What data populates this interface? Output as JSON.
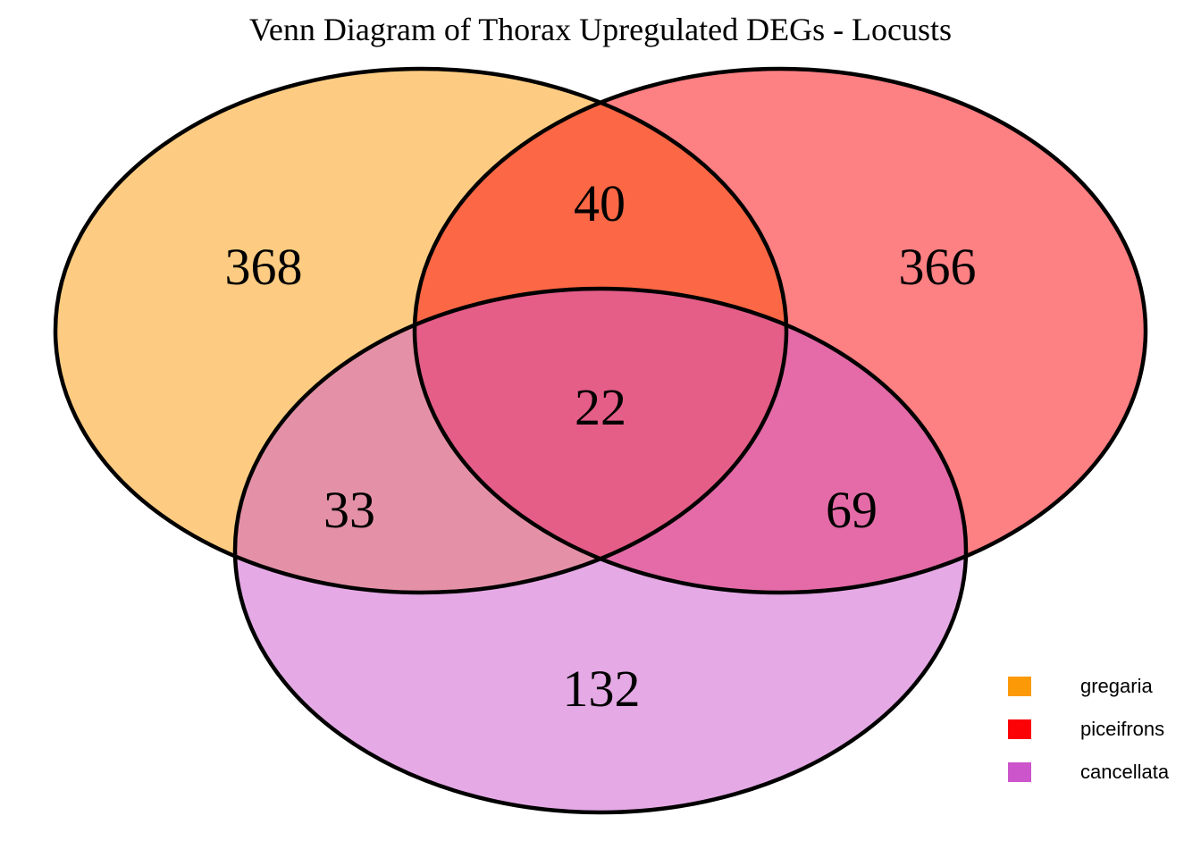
{
  "title": "Venn Diagram of Thorax Upregulated DEGs - Locusts",
  "colors": {
    "gregaria": "#FB9A06",
    "piceifrons": "#FB0207",
    "cancellata": "#CC55CC",
    "outline": "#000000"
  },
  "chart_data": {
    "type": "venn",
    "title": "Venn Diagram of Thorax Upregulated DEGs - Locusts",
    "sets": [
      "gregaria",
      "piceifrons",
      "cancellata"
    ],
    "set_colors": [
      "#FB9A06",
      "#FB0207",
      "#CC55CC"
    ],
    "fill_opacity": 0.5,
    "regions": {
      "gregaria_only": 368,
      "piceifrons_only": 366,
      "cancellata_only": 132,
      "gregaria_piceifrons": 40,
      "gregaria_cancellata": 33,
      "piceifrons_cancellata": 69,
      "gregaria_piceifrons_cancellata": 22
    },
    "legend_position": "bottom-right"
  },
  "legend": {
    "items": [
      {
        "label": "gregaria",
        "color": "#FB9A06"
      },
      {
        "label": "piceifrons",
        "color": "#FB0207"
      },
      {
        "label": "cancellata",
        "color": "#CC55CC"
      }
    ]
  }
}
